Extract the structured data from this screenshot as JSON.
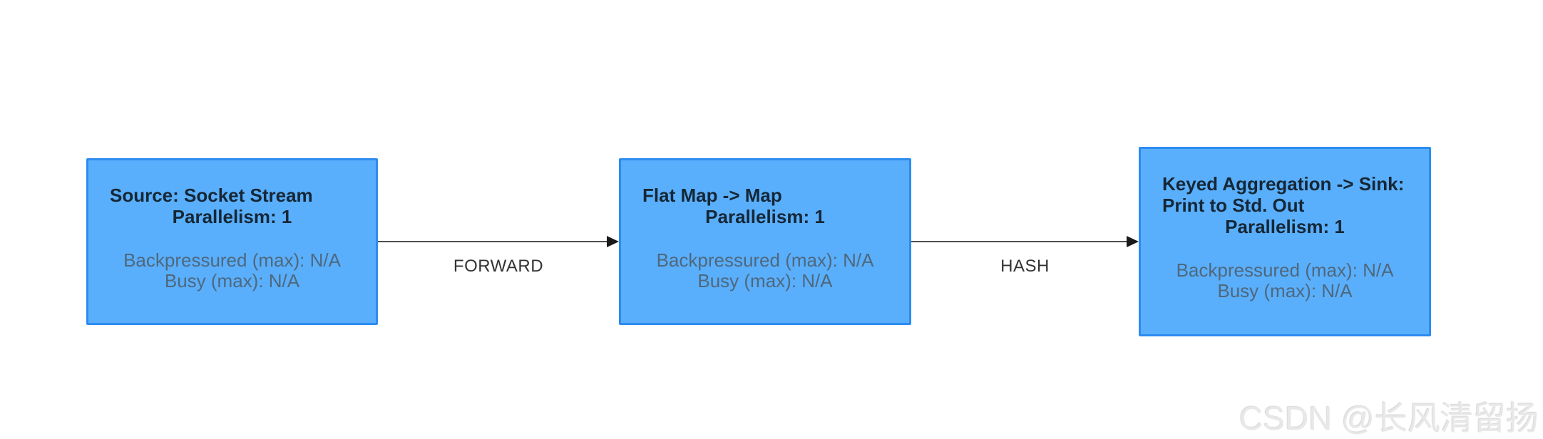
{
  "graph": {
    "nodes": [
      {
        "name": "Source: Socket Stream",
        "parallelism": "Parallelism: 1",
        "backpressured": "Backpressured (max): N/A",
        "busy": "Busy (max): N/A"
      },
      {
        "name": "Flat Map -> Map",
        "parallelism": "Parallelism: 1",
        "backpressured": "Backpressured (max): N/A",
        "busy": "Busy (max): N/A"
      },
      {
        "name": "Keyed Aggregation -> Sink: Print to Std. Out",
        "parallelism": "Parallelism: 1",
        "backpressured": "Backpressured (max): N/A",
        "busy": "Busy (max): N/A"
      }
    ],
    "edges": [
      {
        "label": "FORWARD",
        "from": "Source: Socket Stream",
        "to": "Flat Map -> Map"
      },
      {
        "label": "HASH",
        "from": "Flat Map -> Map",
        "to": "Keyed Aggregation -> Sink: Print to Std. Out"
      }
    ],
    "colors": {
      "node_fill": "#5AAFFC",
      "node_border": "#2D8CF0",
      "node_text": "#152736",
      "metric_text": "#4E687D",
      "edge_line": "#4F4F4F"
    }
  },
  "watermark": {
    "text": "CSDN @长风清留扬"
  }
}
